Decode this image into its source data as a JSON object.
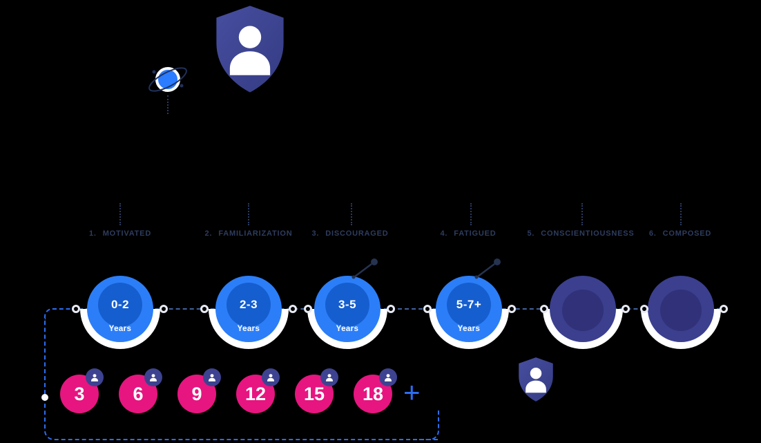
{
  "colors": {
    "background": "#000000",
    "accent_blue": "#2c7ef8",
    "deep_blue": "#155ecf",
    "navy": "#3b3f8e",
    "navy_inner": "#313179",
    "pink": "#e71580",
    "shield_navy": "#3d4390",
    "dash_blue": "#2b6ef5",
    "label_text": "#2e3c5e",
    "white": "#ffffff"
  },
  "stages": [
    {
      "number": "1.",
      "label": "MOTIVATED",
      "years": "0-2",
      "years_unit": "Years",
      "state": "active"
    },
    {
      "number": "2.",
      "label": "FAMILIARIZATION",
      "years": "2-3",
      "years_unit": "Years",
      "state": "active"
    },
    {
      "number": "3.",
      "label": "DISCOURAGED",
      "years": "3-5",
      "years_unit": "Years",
      "state": "active"
    },
    {
      "number": "4.",
      "label": "FATIGUED",
      "years": "5-7+",
      "years_unit": "Years",
      "state": "active"
    },
    {
      "number": "5.",
      "label": "CONSCIENTIOUSNESS",
      "years": "",
      "years_unit": "",
      "state": "inactive"
    },
    {
      "number": "6.",
      "label": "COMPOSED",
      "years": "",
      "years_unit": "",
      "state": "inactive"
    }
  ],
  "milestones": {
    "values": [
      "3",
      "6",
      "9",
      "12",
      "15",
      "18"
    ],
    "plus_label": "+"
  },
  "icons": {
    "top": "shield-person-icon",
    "secondary": "planet-orbit-icon",
    "bottom": "shield-person-icon",
    "milestone_badge": "person-badge-icon"
  }
}
